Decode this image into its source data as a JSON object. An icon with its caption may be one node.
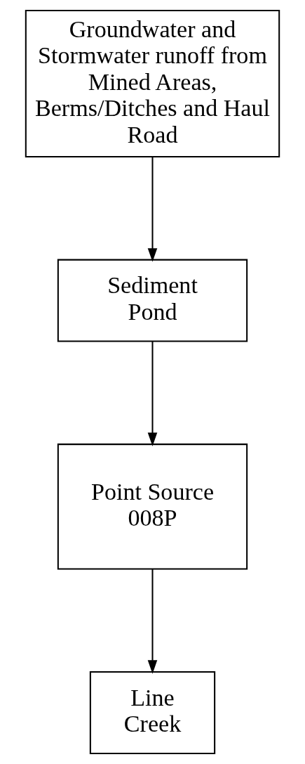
{
  "diagram": {
    "nodes": [
      {
        "text": [
          "Groundwater and Stormwater runoff from Mined Areas, Berms/Ditches and Haul Road"
        ]
      },
      {
        "text": [
          "Sediment Pond"
        ]
      },
      {
        "text": [
          "Point Source 008P"
        ]
      },
      {
        "text": [
          "Line Creek"
        ]
      }
    ],
    "edges": [
      {
        "from": 0,
        "to": 1,
        "arrow": "to"
      },
      {
        "from": 1,
        "to": 2,
        "arrow": "to"
      },
      {
        "from": 2,
        "to": 3,
        "arrow": "to"
      }
    ]
  }
}
